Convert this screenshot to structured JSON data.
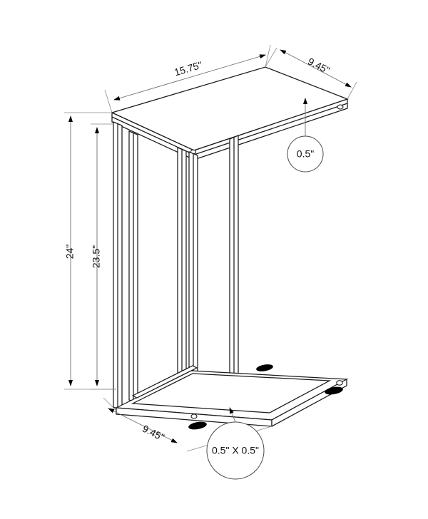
{
  "drawing": {
    "title": "C-Shaped Accent Side Table Dimension Drawing",
    "units": "inches",
    "background_color": "#ffffff",
    "line_color": "#1a1a1a",
    "dimension_line_color": "#6e6e6e",
    "dimensions": {
      "top_width": "15.75\"",
      "top_depth": "9.45\"",
      "overall_height": "24\"",
      "frame_height": "23.5\"",
      "base_depth": "9.45\""
    },
    "callouts": {
      "top_thickness": "0.5\"",
      "tube_profile": "0.5\" X 0.5\""
    },
    "labels": {
      "top_width_label": "15.75\"",
      "top_depth_label": "9.45\"",
      "height_outer_label": "24\"",
      "height_inner_label": "23.5\"",
      "base_depth_label": "9.45\"",
      "thickness_callout_label": "0.5\"",
      "profile_callout_label": "0.5\" X 0.5\""
    }
  }
}
